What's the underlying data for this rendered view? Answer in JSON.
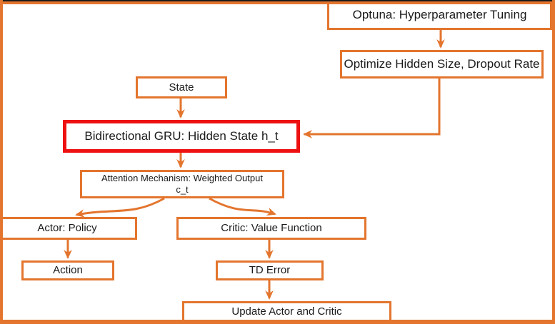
{
  "diagram": {
    "type": "flowchart",
    "description": "Actor-Critic reinforcement learning architecture with Bidirectional GRU, attention mechanism, and Optuna hyperparameter tuning",
    "colors": {
      "accent": "#E3752E",
      "highlight": "#ED1111",
      "text": "#1A1A1A",
      "background": "#FFFFFF",
      "top_line": "#1A1A1A"
    },
    "nodes": {
      "optuna": {
        "label": "Optuna: Hyperparameter Tuning"
      },
      "optimize": {
        "label": "Optimize Hidden Size, Dropout Rate"
      },
      "state": {
        "label": "State"
      },
      "gru": {
        "label": "Bidirectional GRU: Hidden State h_t",
        "highlighted": true
      },
      "attention": {
        "line1": "Attention Mechanism: Weighted Output",
        "line2": "c_t"
      },
      "actor": {
        "label": "Actor: Policy"
      },
      "critic": {
        "label": "Critic: Value Function"
      },
      "action": {
        "label": "Action"
      },
      "td_error": {
        "label": "TD Error"
      },
      "update": {
        "label": "Update Actor and Critic"
      }
    },
    "edges": [
      {
        "from": "optuna",
        "to": "optimize"
      },
      {
        "from": "optimize",
        "to": "gru"
      },
      {
        "from": "state",
        "to": "gru"
      },
      {
        "from": "gru",
        "to": "attention"
      },
      {
        "from": "attention",
        "to": "actor"
      },
      {
        "from": "attention",
        "to": "critic"
      },
      {
        "from": "actor",
        "to": "action"
      },
      {
        "from": "critic",
        "to": "td_error"
      },
      {
        "from": "td_error",
        "to": "update"
      }
    ]
  }
}
